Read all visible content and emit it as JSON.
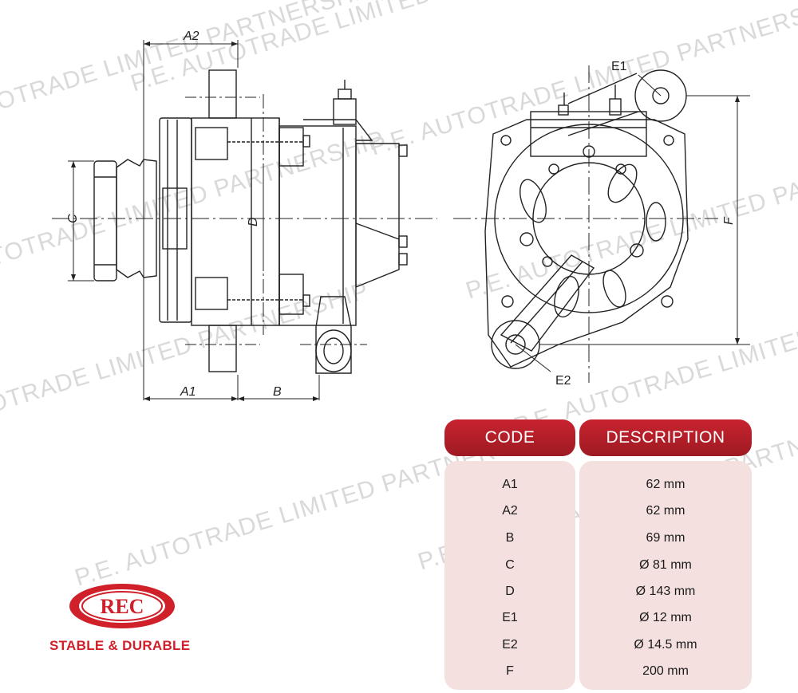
{
  "watermark": "P.E. AUTOTRADE LIMITED PARTNERSHIP",
  "drawing_labels": {
    "a2": "A2",
    "a1": "A1",
    "b": "B",
    "c": "C",
    "d": "D",
    "e1": "E1",
    "e2": "E2",
    "f": "F"
  },
  "table": {
    "code_header": "CODE",
    "description_header": "DESCRIPTION",
    "rows": [
      {
        "code": "A1",
        "description": "62 mm"
      },
      {
        "code": "A2",
        "description": "62 mm"
      },
      {
        "code": "B",
        "description": "69 mm"
      },
      {
        "code": "C",
        "description": "Ø 81 mm"
      },
      {
        "code": "D",
        "description": "Ø 143 mm"
      },
      {
        "code": "E1",
        "description": "Ø 12 mm"
      },
      {
        "code": "E2",
        "description": "Ø 14.5 mm"
      },
      {
        "code": "F",
        "description": "200 mm"
      }
    ]
  },
  "logo": {
    "text": "REC",
    "slogan": "STABLE & DURABLE"
  },
  "colors": {
    "brand_red": "#d0202a",
    "header_red": "#b01e28",
    "cell_bg": "#f4e1df"
  }
}
